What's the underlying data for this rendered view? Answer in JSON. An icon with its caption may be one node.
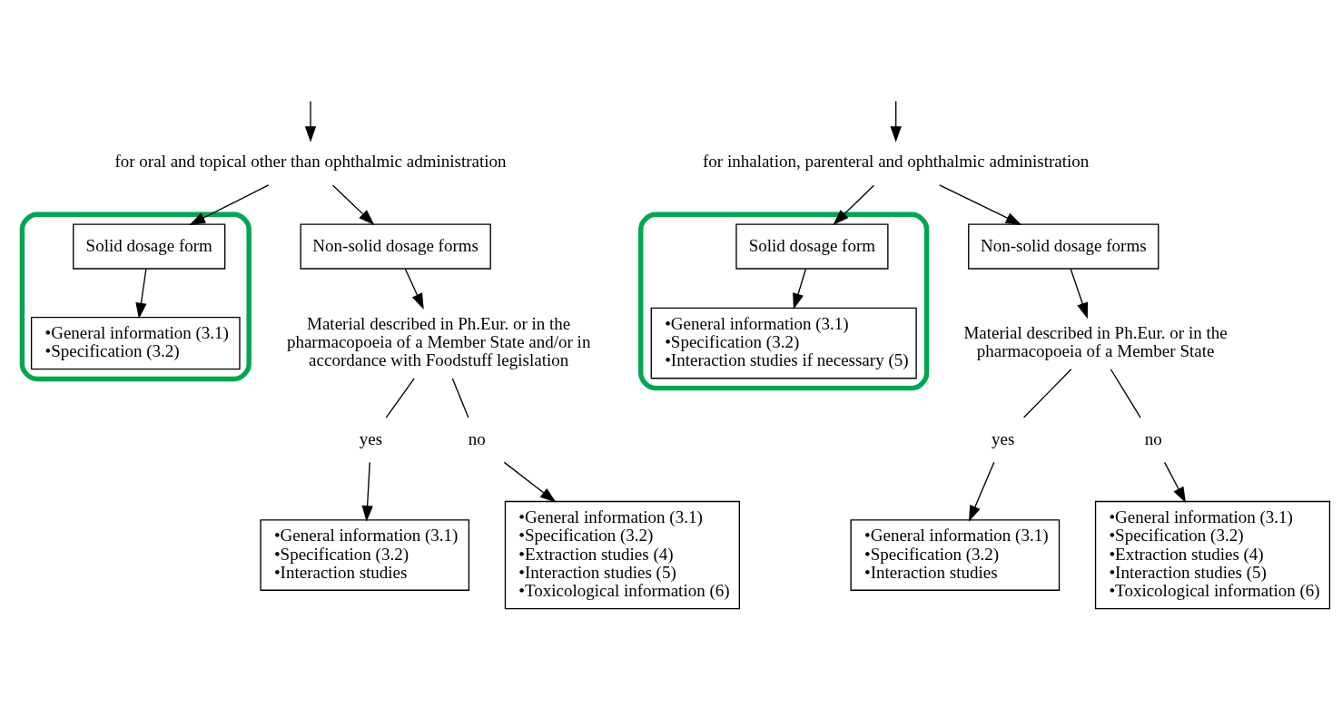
{
  "diagram": {
    "nodes": [
      {
        "text": [
          "for oral and topical other than ophthalmic administration"
        ]
      },
      {
        "text": [
          "for inhalation, parenteral and ophthalmic administration"
        ]
      },
      {
        "text": [],
        "shape": "ellipse"
      },
      {
        "text": [
          "Solid dosage form"
        ],
        "in": 2
      },
      {
        "text": [
          "Non-solid dosage forms"
        ]
      },
      {
        "text": [
          "Material described in Ph.Eur. or in the pharmacopoeia of a Member State and/or in accordance with Foodstuff legislation"
        ]
      },
      {
        "text": [
          "yes"
        ]
      },
      {
        "text": [
          "no"
        ]
      },
      {
        "text": [
          "•General information (3.1)",
          "•Specification (3.2)"
        ],
        "in": 2
      },
      {
        "text": [
          "•General information (3.1)",
          "•Specification (3.2)",
          "•Interaction studies"
        ]
      },
      {
        "text": [
          "•General information (3.1)",
          "•Specification (3.2)",
          "•Extraction studies (4)",
          "•Interaction studies (5)",
          "•Toxicological information (6)"
        ]
      },
      {
        "text": [],
        "shape": "ellipse"
      },
      {
        "text": [
          "Solid dosage form"
        ],
        "in": 11
      },
      {
        "text": [
          "Non-solid dosage forms"
        ]
      },
      {
        "text": [
          "Material described in Ph.Eur. or in the pharmacopoeia of a Member State"
        ]
      },
      {
        "text": [
          "yes"
        ]
      },
      {
        "text": [
          "no"
        ]
      },
      {
        "text": [
          "•General information (3.1)",
          "•Specification (3.2)",
          "•Interaction studies if necessary (5)"
        ],
        "in": 11
      },
      {
        "text": [
          "•General information (3.1)",
          "•Specification (3.2)",
          "•Interaction studies"
        ]
      },
      {
        "text": [
          "•General information (3.1)",
          "•Specification (3.2)",
          "•Extraction studies (4)",
          "•Interaction studies (5)",
          "•Toxicological information (6)"
        ]
      }
    ],
    "edges": [
      {
        "from": null,
        "to": 0,
        "arrow": "to"
      },
      {
        "from": null,
        "to": 1,
        "arrow": "to"
      },
      {
        "from": 0,
        "to": 3,
        "arrow": "to"
      },
      {
        "from": 0,
        "to": 4,
        "arrow": "to"
      },
      {
        "from": 4,
        "to": 5,
        "arrow": "to"
      },
      {
        "from": 5,
        "to": 6,
        "arrow": "none"
      },
      {
        "from": 5,
        "to": 7,
        "arrow": "none"
      },
      {
        "from": 3,
        "to": 8,
        "arrow": "to"
      },
      {
        "from": 6,
        "to": 9,
        "arrow": "to"
      },
      {
        "from": 7,
        "to": 10,
        "arrow": "to"
      },
      {
        "from": 1,
        "to": 12,
        "arrow": "to"
      },
      {
        "from": 1,
        "to": 13,
        "arrow": "to"
      },
      {
        "from": 13,
        "to": 14,
        "arrow": "to"
      },
      {
        "from": 14,
        "to": 15,
        "arrow": "none"
      },
      {
        "from": 14,
        "to": 16,
        "arrow": "none"
      },
      {
        "from": 12,
        "to": 17,
        "arrow": "to"
      },
      {
        "from": 15,
        "to": 18,
        "arrow": "to"
      },
      {
        "from": 16,
        "to": 19,
        "arrow": "to"
      }
    ]
  }
}
